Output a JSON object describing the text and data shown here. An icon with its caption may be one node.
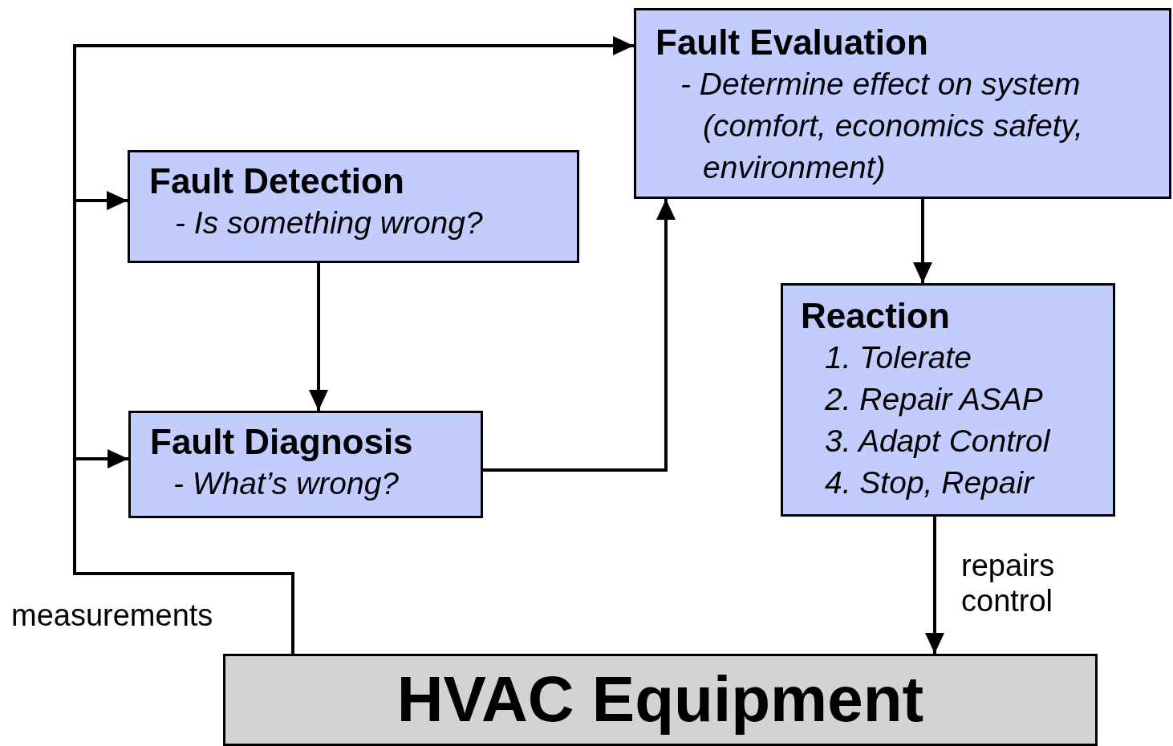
{
  "diagram": {
    "nodes": [
      {
        "text": [
          "Fault Evaluation",
          "- Determine effect on system (comfort, economics safety, environment)"
        ]
      },
      {
        "text": [
          "Fault Detection",
          "- Is something wrong?"
        ]
      },
      {
        "text": [
          "Fault Diagnosis",
          "- What’s wrong?"
        ]
      },
      {
        "text": [
          "Reaction",
          "1. Tolerate",
          "2. Repair ASAP",
          "3. Adapt Control",
          "4. Stop, Repair"
        ]
      },
      {
        "text": [
          "HVAC Equipment"
        ]
      }
    ],
    "edges": [
      {
        "from": 4,
        "to": 0,
        "arrow": "to",
        "label": "measurements"
      },
      {
        "from": 4,
        "to": 1,
        "arrow": "to"
      },
      {
        "from": 4,
        "to": 2,
        "arrow": "to"
      },
      {
        "from": 1,
        "to": 2,
        "arrow": "to"
      },
      {
        "from": 2,
        "to": 0,
        "arrow": "to"
      },
      {
        "from": 0,
        "to": 3,
        "arrow": "to"
      },
      {
        "from": 3,
        "to": 4,
        "arrow": "to",
        "label": "repairs control"
      }
    ]
  }
}
